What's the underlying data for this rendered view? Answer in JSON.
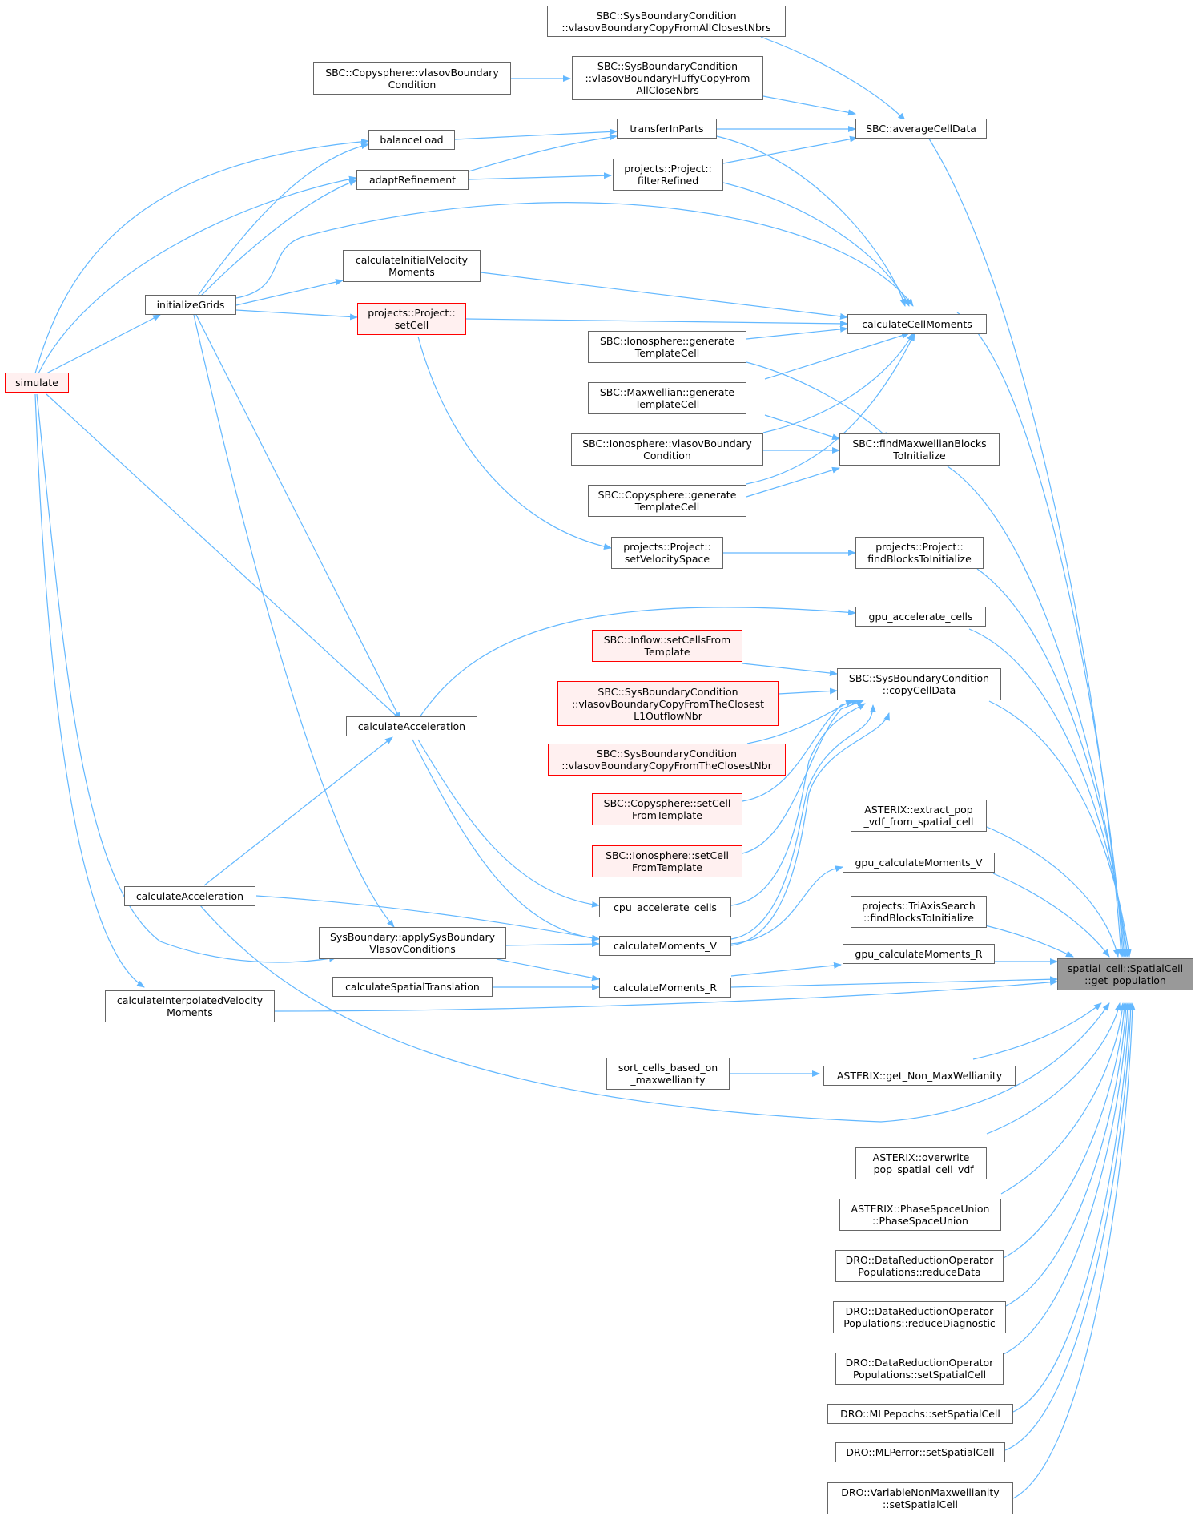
{
  "nodes": {
    "sbc_copyallclosest": {
      "lines": [
        "SBC::SysBoundaryCondition",
        "::vlasovBoundaryCopyFromAllClosestNbrs"
      ]
    },
    "copysphere_vlasov": {
      "lines": [
        "SBC::Copysphere::vlasovBoundary",
        "Condition"
      ]
    },
    "sbc_fluffy": {
      "lines": [
        "SBC::SysBoundaryCondition",
        "::vlasovBoundaryFluffyCopyFrom",
        "AllCloseNbrs"
      ]
    },
    "balanceLoad": {
      "lines": [
        "balanceLoad"
      ]
    },
    "transferInParts": {
      "lines": [
        "transferInParts"
      ]
    },
    "averageCellData": {
      "lines": [
        "SBC::averageCellData"
      ]
    },
    "adaptRefinement": {
      "lines": [
        "adaptRefinement"
      ]
    },
    "filterRefined": {
      "lines": [
        "projects::Project::",
        "filterRefined"
      ]
    },
    "calcInitVelMoments": {
      "lines": [
        "calculateInitialVelocity",
        "Moments"
      ]
    },
    "initializeGrids": {
      "lines": [
        "initializeGrids"
      ]
    },
    "setCell": {
      "lines": [
        "projects::Project::",
        "setCell"
      ]
    },
    "calculateCellMoments": {
      "lines": [
        "calculateCellMoments"
      ]
    },
    "ionosphere_genTemplate": {
      "lines": [
        "SBC::Ionosphere::generate",
        "TemplateCell"
      ]
    },
    "simulate": {
      "lines": [
        "simulate"
      ]
    },
    "maxwellian_genTemplate": {
      "lines": [
        "SBC::Maxwellian::generate",
        "TemplateCell"
      ]
    },
    "ionosphere_vlasov": {
      "lines": [
        "SBC::Ionosphere::vlasovBoundary",
        "Condition"
      ]
    },
    "findMaxwellianBlocks": {
      "lines": [
        "SBC::findMaxwellianBlocks",
        "ToInitialize"
      ]
    },
    "copysphere_genTemplate": {
      "lines": [
        "SBC::Copysphere::generate",
        "TemplateCell"
      ]
    },
    "setVelocitySpace": {
      "lines": [
        "projects::Project::",
        "setVelocitySpace"
      ]
    },
    "project_findBlocks": {
      "lines": [
        "projects::Project::",
        "findBlocksToInitialize"
      ]
    },
    "gpu_accelerate_cells": {
      "lines": [
        "gpu_accelerate_cells"
      ]
    },
    "inflow_setCells": {
      "lines": [
        "SBC::Inflow::setCellsFrom",
        "Template"
      ]
    },
    "sbc_copyCellData": {
      "lines": [
        "SBC::SysBoundaryCondition",
        "::copyCellData"
      ]
    },
    "sbc_closestL1": {
      "lines": [
        "SBC::SysBoundaryCondition",
        "::vlasovBoundaryCopyFromTheClosest",
        "L1OutflowNbr"
      ]
    },
    "calcAccel_mid": {
      "lines": [
        "calculateAcceleration"
      ]
    },
    "sbc_closestNbr": {
      "lines": [
        "SBC::SysBoundaryCondition",
        "::vlasovBoundaryCopyFromTheClosestNbr"
      ]
    },
    "asterix_extract": {
      "lines": [
        "ASTERIX::extract_pop",
        "_vdf_from_spatial_cell"
      ]
    },
    "copysphere_setCell": {
      "lines": [
        "SBC::Copysphere::setCell",
        "FromTemplate"
      ]
    },
    "ionosphere_setCell": {
      "lines": [
        "SBC::Ionosphere::setCell",
        "FromTemplate"
      ]
    },
    "gpu_calcMoments_V": {
      "lines": [
        "gpu_calculateMoments_V"
      ]
    },
    "calcAccel_left": {
      "lines": [
        "calculateAcceleration"
      ]
    },
    "cpu_accelerate_cells": {
      "lines": [
        "cpu_accelerate_cells"
      ]
    },
    "triaxis_findBlocks": {
      "lines": [
        "projects::TriAxisSearch",
        "::findBlocksToInitialize"
      ]
    },
    "applySysBoundary": {
      "lines": [
        "SysBoundary::applySysBoundary",
        "VlasovConditions"
      ]
    },
    "calcMoments_V": {
      "lines": [
        "calculateMoments_V"
      ]
    },
    "gpu_calcMoments_R": {
      "lines": [
        "gpu_calculateMoments_R"
      ]
    },
    "get_population": {
      "lines": [
        "spatial_cell::SpatialCell",
        "::get_population"
      ]
    },
    "calcSpatialTranslation": {
      "lines": [
        "calculateSpatialTranslation"
      ]
    },
    "calcMoments_R": {
      "lines": [
        "calculateMoments_R"
      ]
    },
    "calcInterpVelMoments": {
      "lines": [
        "calculateInterpolatedVelocity",
        "Moments"
      ]
    },
    "sort_cells": {
      "lines": [
        "sort_cells_based_on",
        "_maxwellianity"
      ]
    },
    "asterix_nonMax": {
      "lines": [
        "ASTERIX::get_Non_MaxWellianity"
      ]
    },
    "asterix_overwrite": {
      "lines": [
        "ASTERIX::overwrite",
        "_pop_spatial_cell_vdf"
      ]
    },
    "asterix_union": {
      "lines": [
        "ASTERIX::PhaseSpaceUnion",
        "::PhaseSpaceUnion"
      ]
    },
    "dro_reduceData": {
      "lines": [
        "DRO::DataReductionOperator",
        "Populations::reduceData"
      ]
    },
    "dro_reduceDiag": {
      "lines": [
        "DRO::DataReductionOperator",
        "Populations::reduceDiagnostic"
      ]
    },
    "dro_setSpatial": {
      "lines": [
        "DRO::DataReductionOperator",
        "Populations::setSpatialCell"
      ]
    },
    "dro_mlpepochs": {
      "lines": [
        "DRO::MLPepochs::setSpatialCell"
      ]
    },
    "dro_mlperror": {
      "lines": [
        "DRO::MLPerror::setSpatialCell"
      ]
    },
    "dro_varNonMax": {
      "lines": [
        "DRO::VariableNonMaxwellianity",
        "::setSpatialCell"
      ]
    }
  },
  "colors": {
    "edge": "#63b8ff",
    "node_border": "#666666",
    "red_border": "#ff0000",
    "red_fill": "#fff0f0",
    "focus_fill": "#999999"
  }
}
